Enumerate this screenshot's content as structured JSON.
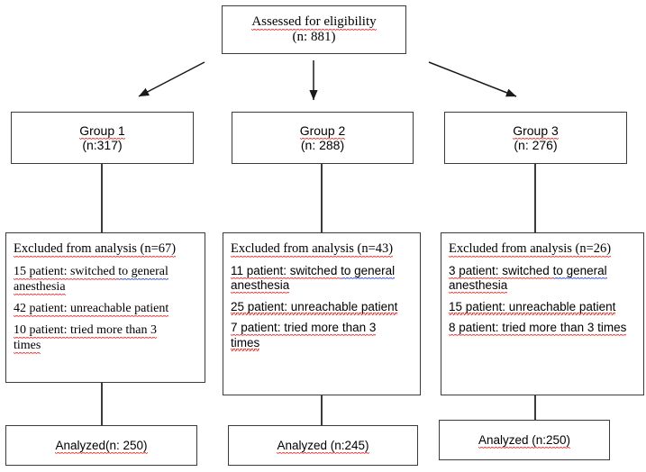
{
  "diagram": {
    "type": "participant-flow-diagram",
    "top": {
      "label_line1": "Assessed for eligibility",
      "label_line2": "(n: 881)"
    },
    "groups": [
      {
        "name": "Group 1",
        "count": "(n:317)"
      },
      {
        "name": "Group 2",
        "count": "(n: 288)"
      },
      {
        "name": "Group 3",
        "count": "(n: 276)"
      }
    ],
    "excluded": [
      {
        "header": "Excluded from analysis (n=67)",
        "items": [
          {
            "pre": "15 patient: switched ",
            "to": "to  general",
            "post": "",
            "wrap": "anesthesia"
          },
          {
            "pre": "42 patient: unreachable patient"
          },
          {
            "pre": "10 patient: tried more than 3",
            "wrap": "times"
          }
        ]
      },
      {
        "header": "Excluded from analysis (n=43)",
        "items": [
          {
            "pre": "11 patient: switched ",
            "to": "to  general",
            "post": "",
            "wrap": "anesthesia"
          },
          {
            "pre": "25 patient: unreachable patient"
          },
          {
            "pre": "7 patient: tried more than 3",
            "wrap": "times"
          }
        ]
      },
      {
        "header": "Excluded from analysis (n=26)",
        "items": [
          {
            "pre": "3 patient: switched ",
            "to": "to  general",
            "post": "",
            "wrap": "anesthesia"
          },
          {
            "pre": "15 patient: unreachable patient"
          },
          {
            "pre": "8 patient: tried more than 3 times"
          }
        ]
      }
    ],
    "analyzed": [
      {
        "label": "Analyzed(n: 250)"
      },
      {
        "label": "Analyzed (n:245)"
      },
      {
        "label": "Analyzed (n:250)"
      }
    ],
    "colors": {
      "box_border": "#3b3b3b",
      "text": "#000000",
      "background": "#ffffff",
      "spelling_squiggle": "#e8241b",
      "grammar_squiggle": "#2a3fd8"
    }
  }
}
